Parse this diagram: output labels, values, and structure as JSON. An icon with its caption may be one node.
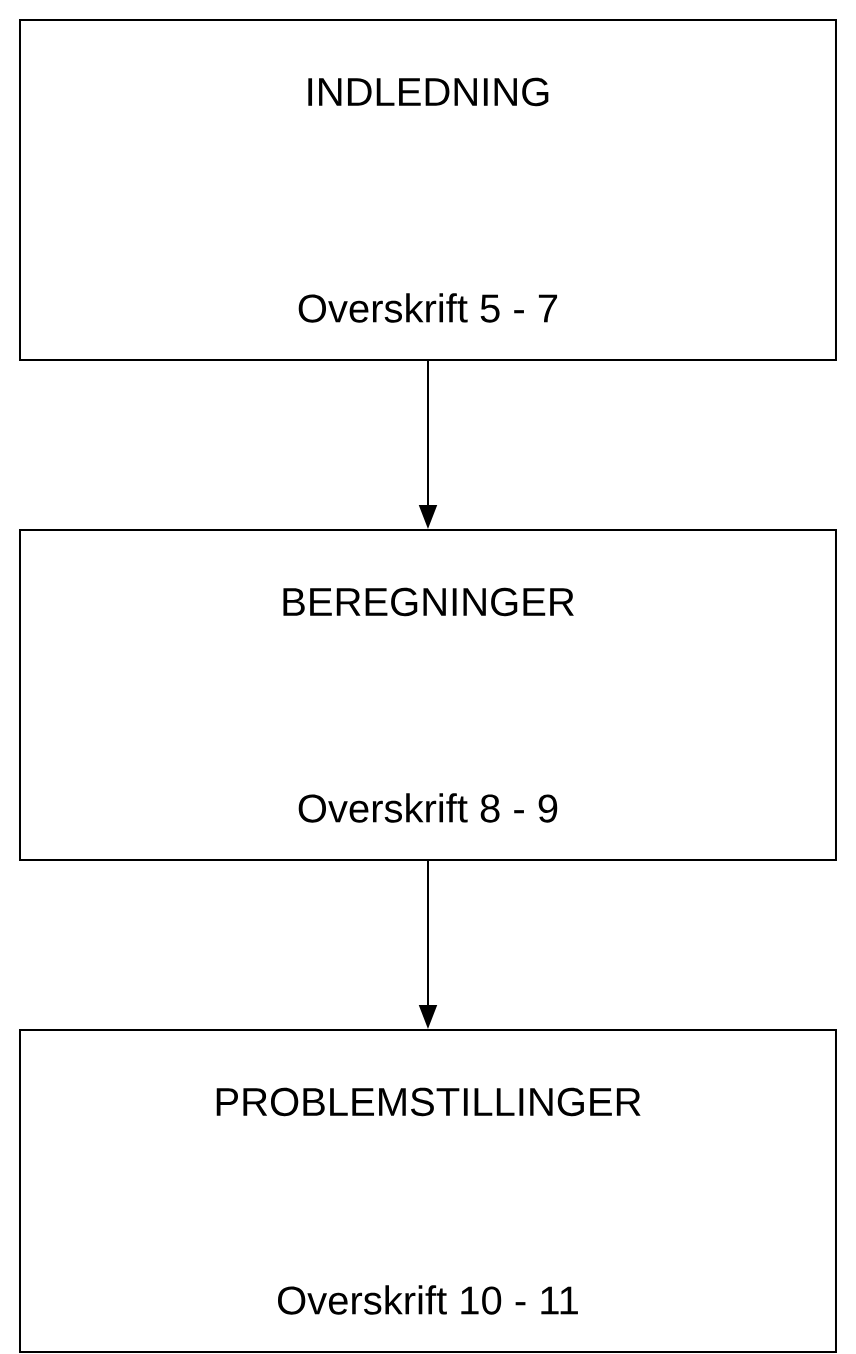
{
  "diagram": {
    "nodes": [
      {
        "text": [
          "INDLEDNING",
          "Overskrift 5 - 7"
        ]
      },
      {
        "text": [
          "BEREGNINGER",
          "Overskrift 8 - 9"
        ]
      },
      {
        "text": [
          "PROBLEMSTILLINGER",
          "Overskrift 10 - 11"
        ]
      }
    ],
    "edges": [
      {
        "from": 0,
        "to": 1,
        "arrow": "to"
      },
      {
        "from": 1,
        "to": 2,
        "arrow": "to"
      }
    ]
  }
}
